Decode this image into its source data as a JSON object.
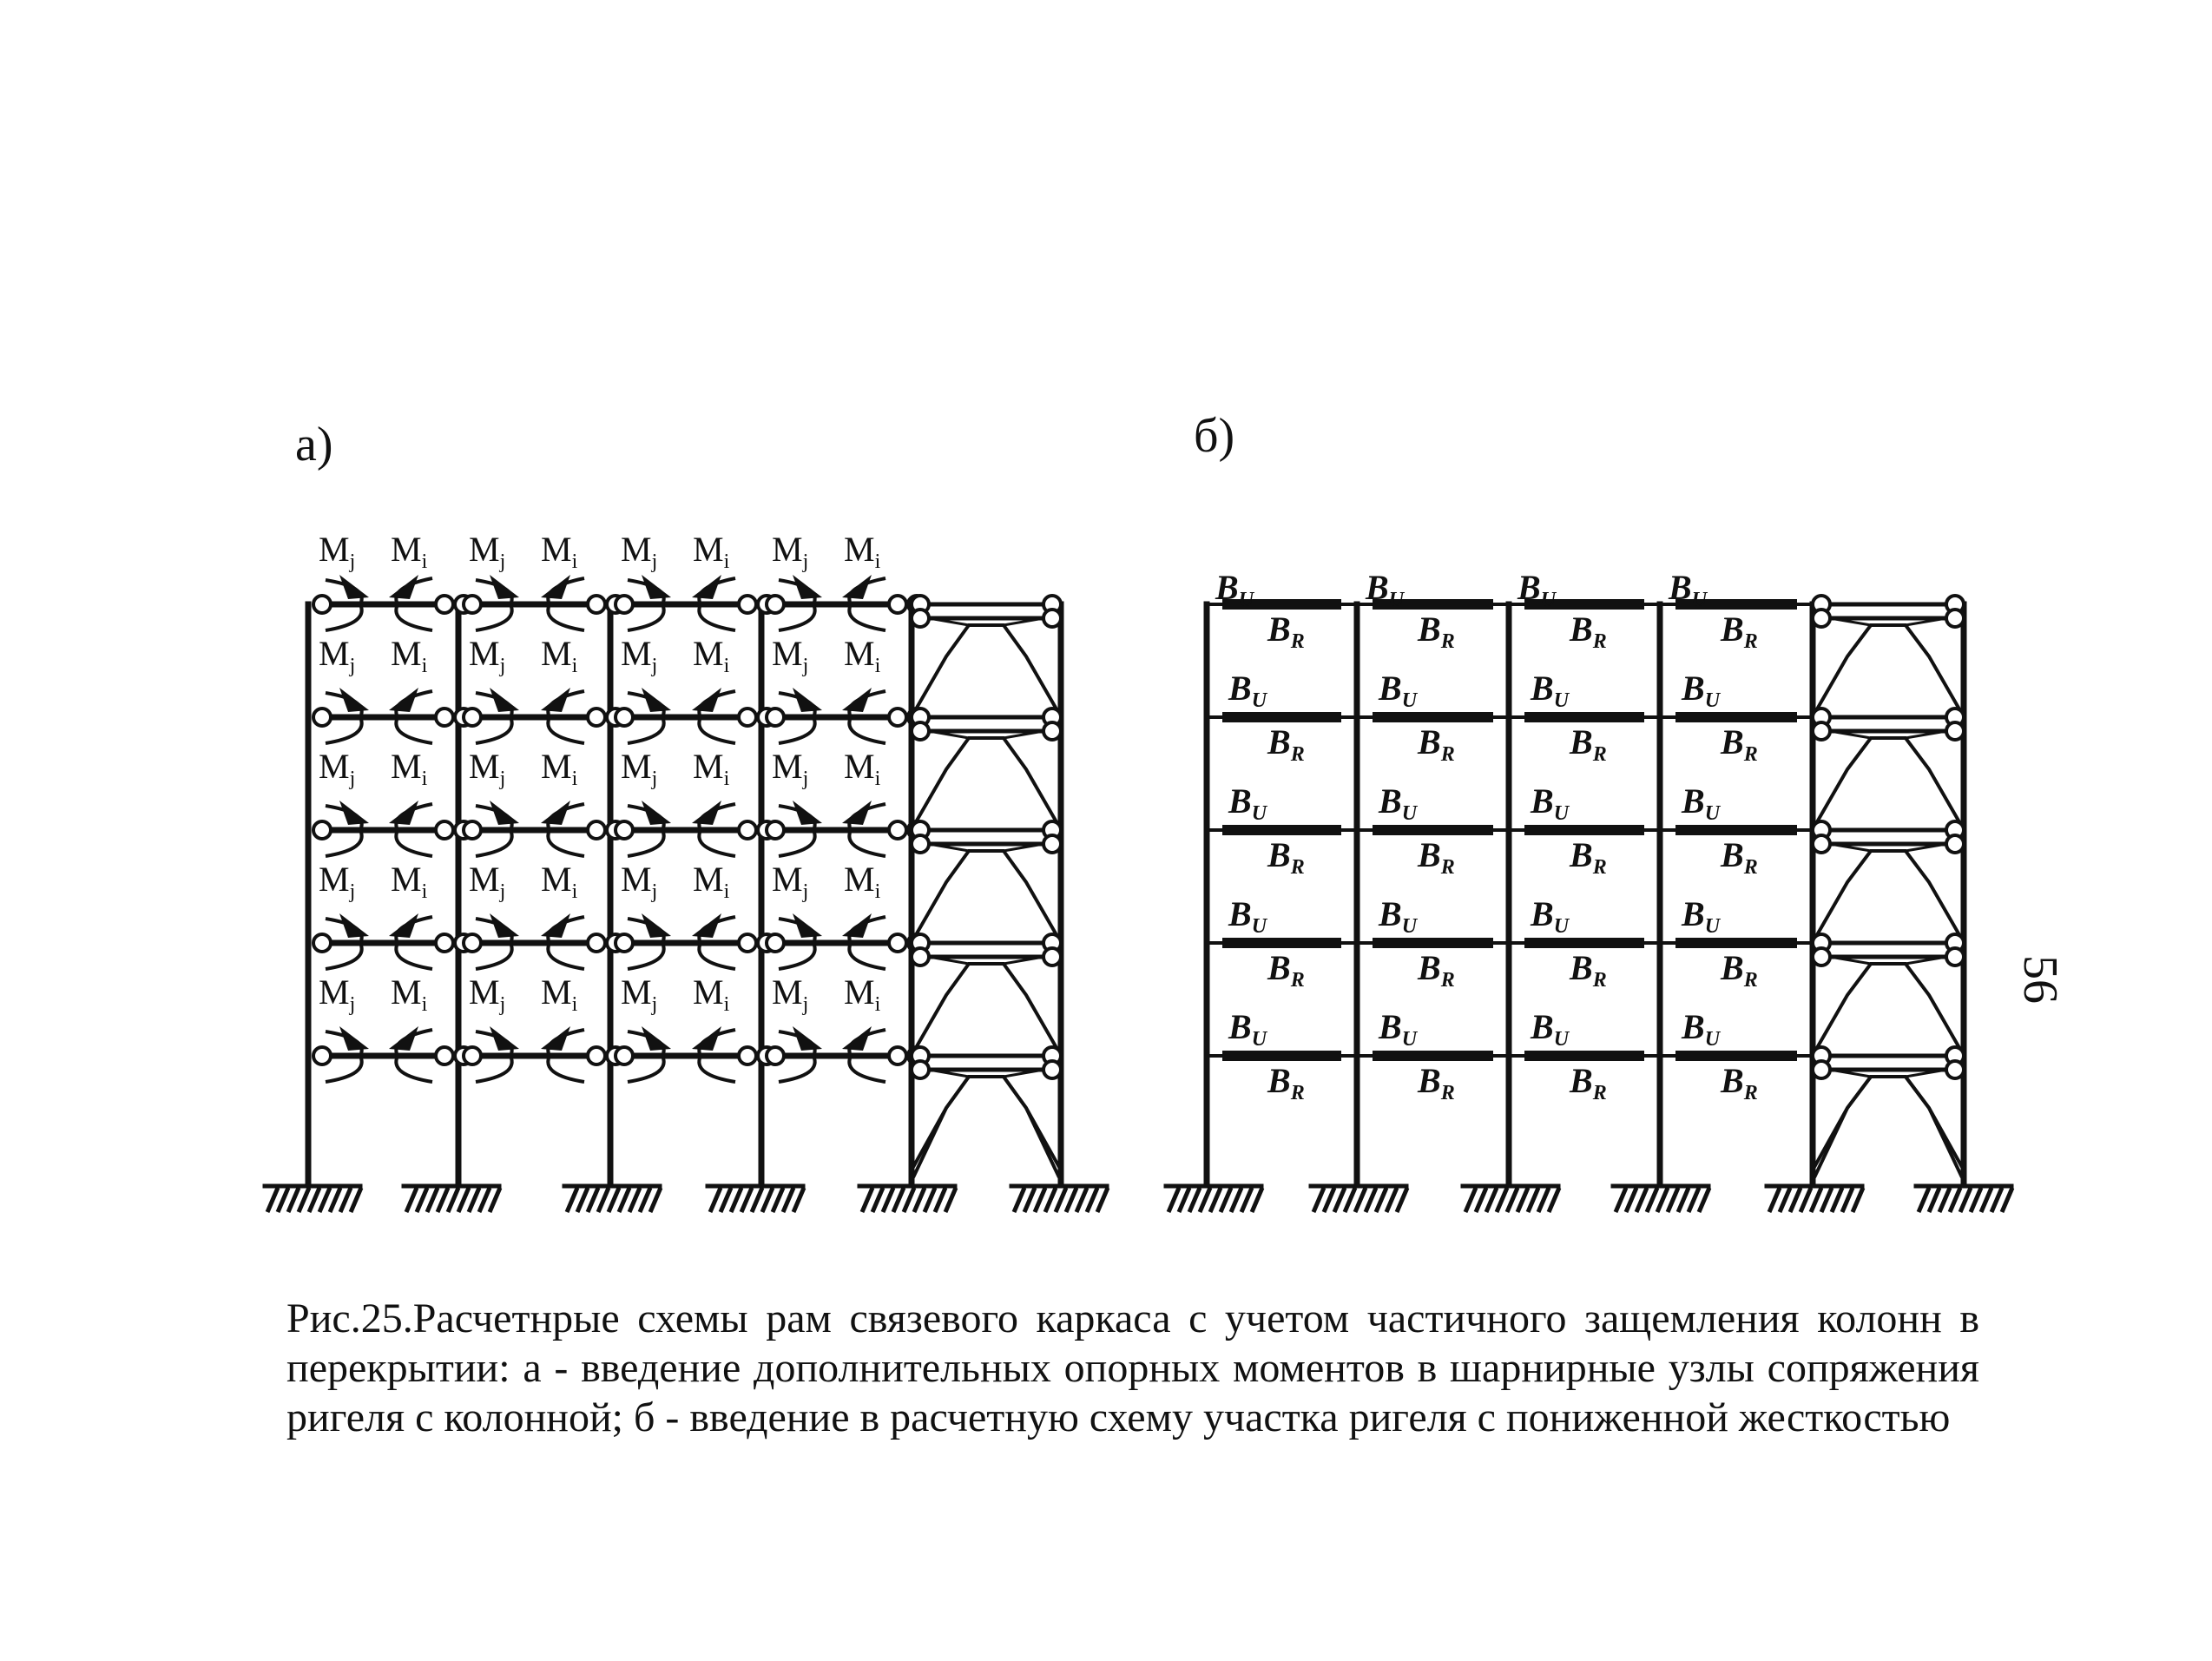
{
  "panel_a": {
    "label": "а)",
    "moment_labels": {
      "j": "M",
      "j_sub": "j",
      "i": "M",
      "i_sub": "i"
    }
  },
  "panel_b": {
    "label": "б)",
    "beam_labels": {
      "u": "B",
      "u_sub": "U",
      "r": "B",
      "r_sub": "R"
    }
  },
  "page_number": "56",
  "caption": "Рис.25.Расчетнрые схемы рам связевого каркаса с учетом частичного защемления колонн в перекрытии: а - введение дополнительных опорных моментов в шарнирные узлы сопряжения ригеля с колонной; б - введение в расчетную схему участка ригеля с пониженной жесткостью"
}
